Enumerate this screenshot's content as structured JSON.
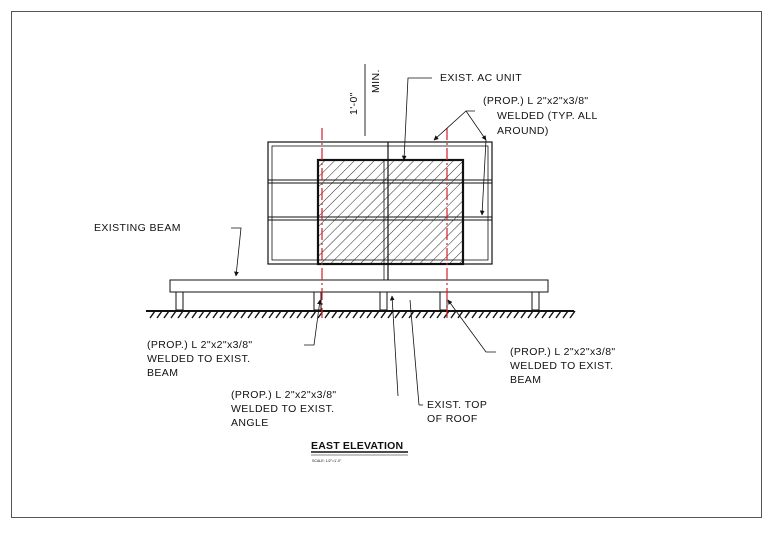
{
  "drawing": {
    "labels": {
      "clearance": "1'-0\"",
      "min": "MIN.",
      "ac_unit": "EXIST. AC UNIT",
      "prop_top_1": "(PROP.) L 2\"x2\"x3/8\"",
      "prop_top_2": "WELDED (TYP. ALL",
      "prop_top_3": "AROUND)",
      "existing_beam": "EXISTING BEAM",
      "left_1": "(PROP.) L 2\"x2\"x3/8\"",
      "left_2": "WELDED TO EXIST.",
      "left_3": "BEAM",
      "right_1": "(PROP.) L 2\"x2\"x3/8\"",
      "right_2": "WELDED TO EXIST.",
      "right_3": "BEAM",
      "angle_1": "(PROP.) L 2\"x2\"x3/8\"",
      "angle_2": "WELDED TO EXIST.",
      "angle_3": "ANGLE",
      "roof_1": "EXIST. TOP",
      "roof_2": "OF ROOF"
    },
    "title": "EAST ELEVATION",
    "scale": "SCALE: 1/2\"=1'-0\""
  },
  "colors": {
    "ink": "#111111",
    "centerline": "#d4202a",
    "border": "#555555"
  }
}
